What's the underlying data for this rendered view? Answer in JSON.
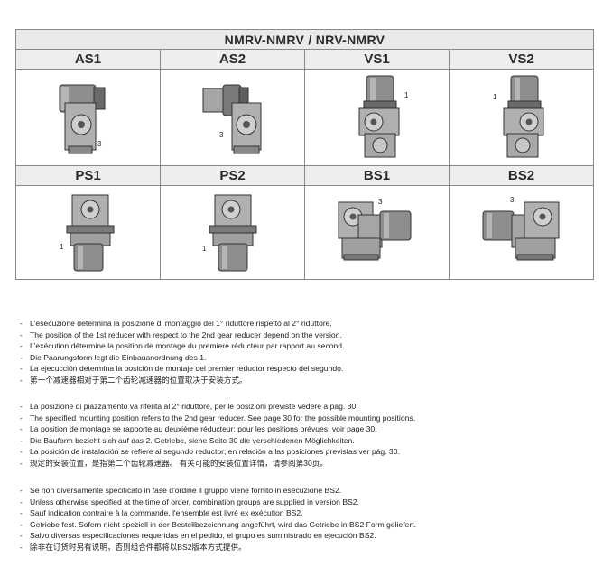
{
  "table": {
    "title": "NMRV-NMRV  /  NRV-NMRV",
    "row1": [
      {
        "label": "AS1",
        "callout": "3"
      },
      {
        "label": "AS2",
        "callout": "3"
      },
      {
        "label": "VS1",
        "callout": "1"
      },
      {
        "label": "VS2",
        "callout": "1"
      }
    ],
    "row2": [
      {
        "label": "PS1",
        "callout": "1"
      },
      {
        "label": "PS2",
        "callout": "1"
      },
      {
        "label": "BS1",
        "callout": "3"
      },
      {
        "label": "BS2",
        "callout": "3"
      }
    ]
  },
  "notes": {
    "group1": [
      "L'esecuzione determina la posizione di montaggio del 1° riduttore rispetto al 2° riduttore.",
      "The position of the 1st reducer with respect to the 2nd gear reducer depend on the version.",
      "L'exécution détermine la position de montage du premiere réducteur par rapport au second.",
      "Die Paarungsform legt die Einbauanordnung des 1.",
      "La ejecucción determina la posición de montaje del premier reductor respecto del segundo.",
      "第一个减速器相对于第二个齿轮减速器的位置取决于安装方式。"
    ],
    "group2": [
      "La posizione di piazzamento va riferita al 2° riduttore, per le posizioni previste vedere a pag. 30.",
      "The specified mounting position refers to the 2nd gear reducer. See page 30 for the possible mounting positions.",
      "La position de montage se rapporte au deuxième réducteur; pour les positions prévues, voir page 30.",
      "Die Bauform bezieht sich auf das 2. Getriebe, siehe Seite 30 die verschiedenen Möglichkeiten.",
      "La posición de instalación se refiere al segundo reductor; en relación a las posiciones previstas ver pág. 30.",
      "规定的安装位置，是指第二个齿轮减速器。 有关可能的安装位置详情，请参阅第30页。"
    ],
    "group3": [
      "Se non diversamente specificato in fase d'ordine il gruppo viene fornito in esecuzione BS2.",
      "Unless otherwise specified at the time of order, combination groups are supplied in version BS2.",
      "Sauf indication contraire à la commande, l'ensemble est livré ex exécution BS2.",
      "Getriebe fest. Sofern nicht speziell in der Bestellbezeichnung angeführt, wird das Getriebe in BS2 Form geliefert.",
      "Salvo diversas especificaciones requeridas en el pedido, el grupo es suministrado en ejecución BS2.",
      "除非在订货时另有说明，否则组合件都将以BS2版本方式提供。"
    ]
  }
}
